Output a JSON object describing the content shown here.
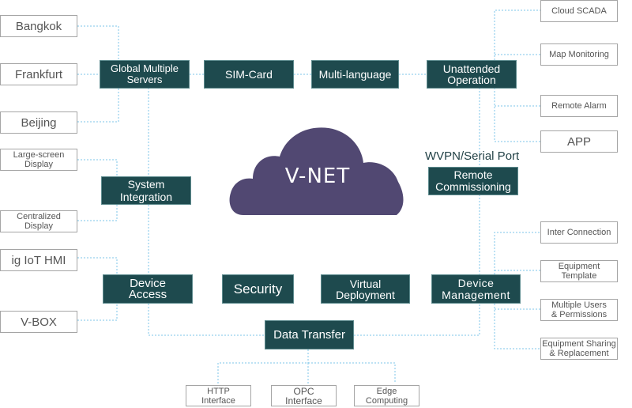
{
  "center": {
    "title": "V-NET",
    "color": "#514872"
  },
  "core_features": {
    "global_servers": "Global Multiple\nServers",
    "sim_card": "SIM-Card",
    "multi_language": "Multi-language",
    "unattended_operation": "Unattended\nOperation",
    "system_integration": "System\nIntegration",
    "remote_commissioning": "Remote\nCommissioning",
    "device_access": "Device\nAccess",
    "security": "Security",
    "virtual_deployment": "Virtual\nDeployment",
    "device_management": "Device\nManagement",
    "data_transfer": "Data Transfer"
  },
  "remote_commissioning_caption": "WVPN/Serial Port",
  "servers": [
    "Bangkok",
    "Frankfurt",
    "Beijing"
  ],
  "system_integration_items": [
    "Large-screen\nDisplay",
    "Centralized\nDisplay"
  ],
  "device_access_items": [
    "ig IoT HMI",
    "V-BOX"
  ],
  "unattended_items": [
    "Cloud SCADA",
    "Map Monitoring",
    "Remote Alarm",
    "APP"
  ],
  "device_management_items": [
    "Inter Connection",
    "Equipment\nTemplate",
    "Multiple Users\n& Permissions",
    "Equipment Sharing\n& Replacement"
  ],
  "data_transfer_items": [
    "HTTP\nInterface",
    "OPC\nInterface",
    "Edge\nComputing"
  ],
  "colors": {
    "node_dark": "#1e4a4e",
    "connector": "#7cc6ea",
    "leaf_border": "#a5a5a5"
  }
}
